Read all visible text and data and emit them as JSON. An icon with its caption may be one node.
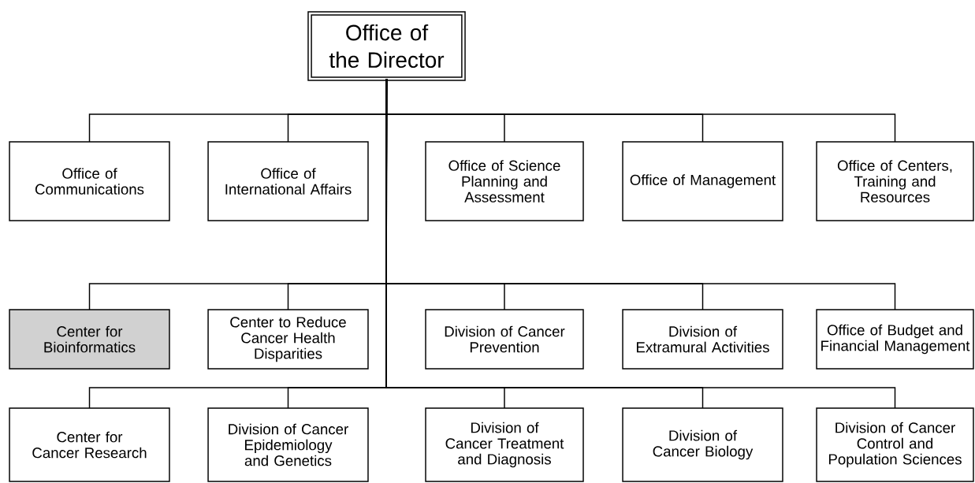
{
  "diagram": {
    "nodes": [
      {
        "text": [
          "Office of the Director"
        ]
      },
      {
        "text": [
          "Office of Communications"
        ]
      },
      {
        "text": [
          "Office of International Affairs"
        ]
      },
      {
        "text": [
          "Office of Science Planning and Assessment"
        ]
      },
      {
        "text": [
          "Office of Management"
        ]
      },
      {
        "text": [
          "Office of Centers, Training and Resources"
        ]
      },
      {
        "text": [
          "Center for Bioinformatics"
        ]
      },
      {
        "text": [
          "Center to Reduce Cancer Health Disparities"
        ]
      },
      {
        "text": [
          "Division of Cancer Prevention"
        ]
      },
      {
        "text": [
          "Division of Extramural Activities"
        ]
      },
      {
        "text": [
          "Office of Budget and Financial Management"
        ]
      },
      {
        "text": [
          "Center for Cancer Research"
        ]
      },
      {
        "text": [
          "Division of Cancer Epidemiology and Genetics"
        ]
      },
      {
        "text": [
          "Division of Cancer Treatment and Diagnosis"
        ]
      },
      {
        "text": [
          "Division of Cancer Biology"
        ]
      },
      {
        "text": [
          "Division of Cancer Control and Population Sciences"
        ]
      }
    ],
    "edges": [
      {
        "from": 0,
        "to": 1,
        "arrow": "none"
      },
      {
        "from": 0,
        "to": 2,
        "arrow": "none"
      },
      {
        "from": 0,
        "to": 3,
        "arrow": "none"
      },
      {
        "from": 0,
        "to": 4,
        "arrow": "none"
      },
      {
        "from": 0,
        "to": 5,
        "arrow": "none"
      },
      {
        "from": 0,
        "to": 6,
        "arrow": "none"
      },
      {
        "from": 0,
        "to": 7,
        "arrow": "none"
      },
      {
        "from": 0,
        "to": 8,
        "arrow": "none"
      },
      {
        "from": 0,
        "to": 9,
        "arrow": "none"
      },
      {
        "from": 0,
        "to": 10,
        "arrow": "none"
      },
      {
        "from": 0,
        "to": 11,
        "arrow": "none"
      },
      {
        "from": 0,
        "to": 12,
        "arrow": "none"
      },
      {
        "from": 0,
        "to": 13,
        "arrow": "none"
      },
      {
        "from": 0,
        "to": 14,
        "arrow": "none"
      },
      {
        "from": 0,
        "to": 15,
        "arrow": "none"
      }
    ]
  }
}
